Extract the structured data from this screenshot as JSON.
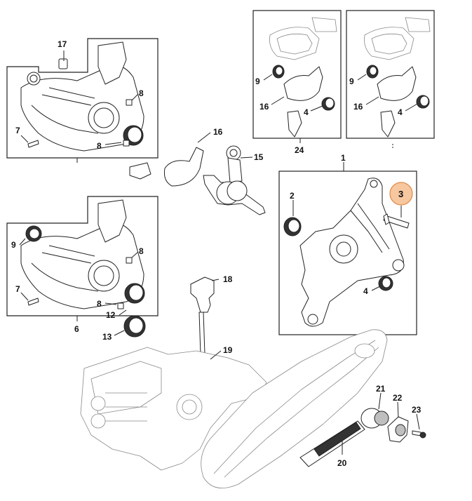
{
  "diagram": {
    "highlight_color": "#f7c79f",
    "highlight_border": "#e08a47",
    "callouts": [
      {
        "id": "c17a",
        "label": "17"
      },
      {
        "id": "c8a",
        "label": "8"
      },
      {
        "id": "c7a",
        "label": "7"
      },
      {
        "id": "c8b",
        "label": "8"
      },
      {
        "id": "c16a",
        "label": "16"
      },
      {
        "id": "c15",
        "label": "15"
      },
      {
        "id": "c9a",
        "label": "9"
      },
      {
        "id": "c8c",
        "label": "8"
      },
      {
        "id": "c7b",
        "label": "7"
      },
      {
        "id": "c8d",
        "label": "8"
      },
      {
        "id": "c12",
        "label": "12"
      },
      {
        "id": "c13",
        "label": "13"
      },
      {
        "id": "c6",
        "label": "6"
      },
      {
        "id": "c9b",
        "label": "9"
      },
      {
        "id": "c16b",
        "label": "16"
      },
      {
        "id": "c4a",
        "label": "4"
      },
      {
        "id": "c24",
        "label": "24"
      },
      {
        "id": "c9c",
        "label": "9"
      },
      {
        "id": "c16c",
        "label": "16"
      },
      {
        "id": "c4b",
        "label": "4"
      },
      {
        "id": "c1",
        "label": "1"
      },
      {
        "id": "c2",
        "label": "2"
      },
      {
        "id": "c3",
        "label": "3"
      },
      {
        "id": "c4c",
        "label": "4"
      },
      {
        "id": "c18",
        "label": "18"
      },
      {
        "id": "c19",
        "label": "19"
      },
      {
        "id": "c21",
        "label": "21"
      },
      {
        "id": "c22",
        "label": "22"
      },
      {
        "id": "c23",
        "label": "23"
      },
      {
        "id": "c20",
        "label": "20"
      }
    ]
  }
}
